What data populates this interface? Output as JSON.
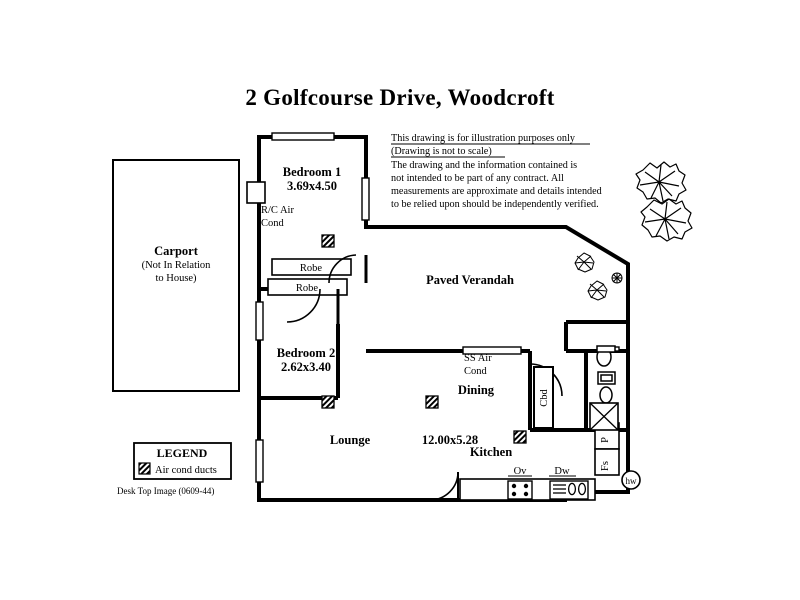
{
  "title": "2 Golfcourse Drive,  Woodcroft",
  "disclaimer": {
    "line1": "This drawing is for illustration purposes only",
    "line2": "(Drawing is not to scale)",
    "line3": "The drawing and the information contained is",
    "line4": "not intended to be part of any contract.  All",
    "line5": "measurements are approximate and details intended",
    "line6": "to be relied upon should be independently verified."
  },
  "carport": {
    "label": "Carport",
    "sub1": "(Not In Relation",
    "sub2": "to House)"
  },
  "rooms": {
    "bedroom1": {
      "name": "Bedroom 1",
      "dimensions": "3.69x4.50"
    },
    "bedroom2": {
      "name": "Bedroom 2",
      "dimensions": "2.62x3.40"
    },
    "lounge": {
      "name": "Lounge",
      "dimensions": "12.00x5.28"
    },
    "dining": {
      "name": "Dining"
    },
    "kitchen": {
      "name": "Kitchen"
    },
    "verandah": {
      "name": "Paved Verandah"
    }
  },
  "fixtures": {
    "rc_air_line1": "R/C Air",
    "rc_air_line2": "Cond",
    "ss_air_line1": "SS Air",
    "ss_air_line2": "Cond",
    "robe1": "Robe",
    "robe2": "Robe",
    "cupboard": "Cbd",
    "oven": "Ov",
    "dishwasher": "Dw",
    "pantry": "P",
    "fridge": "Fs",
    "hotwater": "hw"
  },
  "legend": {
    "title": "LEGEND",
    "item": "Air cond ducts",
    "symbol": "air-duct-hatched-square"
  },
  "credit": "Desk Top Image  (0609-44)",
  "colors": {
    "ink": "#000000",
    "paper": "#ffffff"
  },
  "icons": {
    "tree": "tree-canopy-icon",
    "shrub": "shrub-icon",
    "toilet": "toilet-icon",
    "basin": "basin-icon",
    "shower": "shower-icon",
    "sink": "sink-icon",
    "cooktop": "cooktop-icon"
  }
}
